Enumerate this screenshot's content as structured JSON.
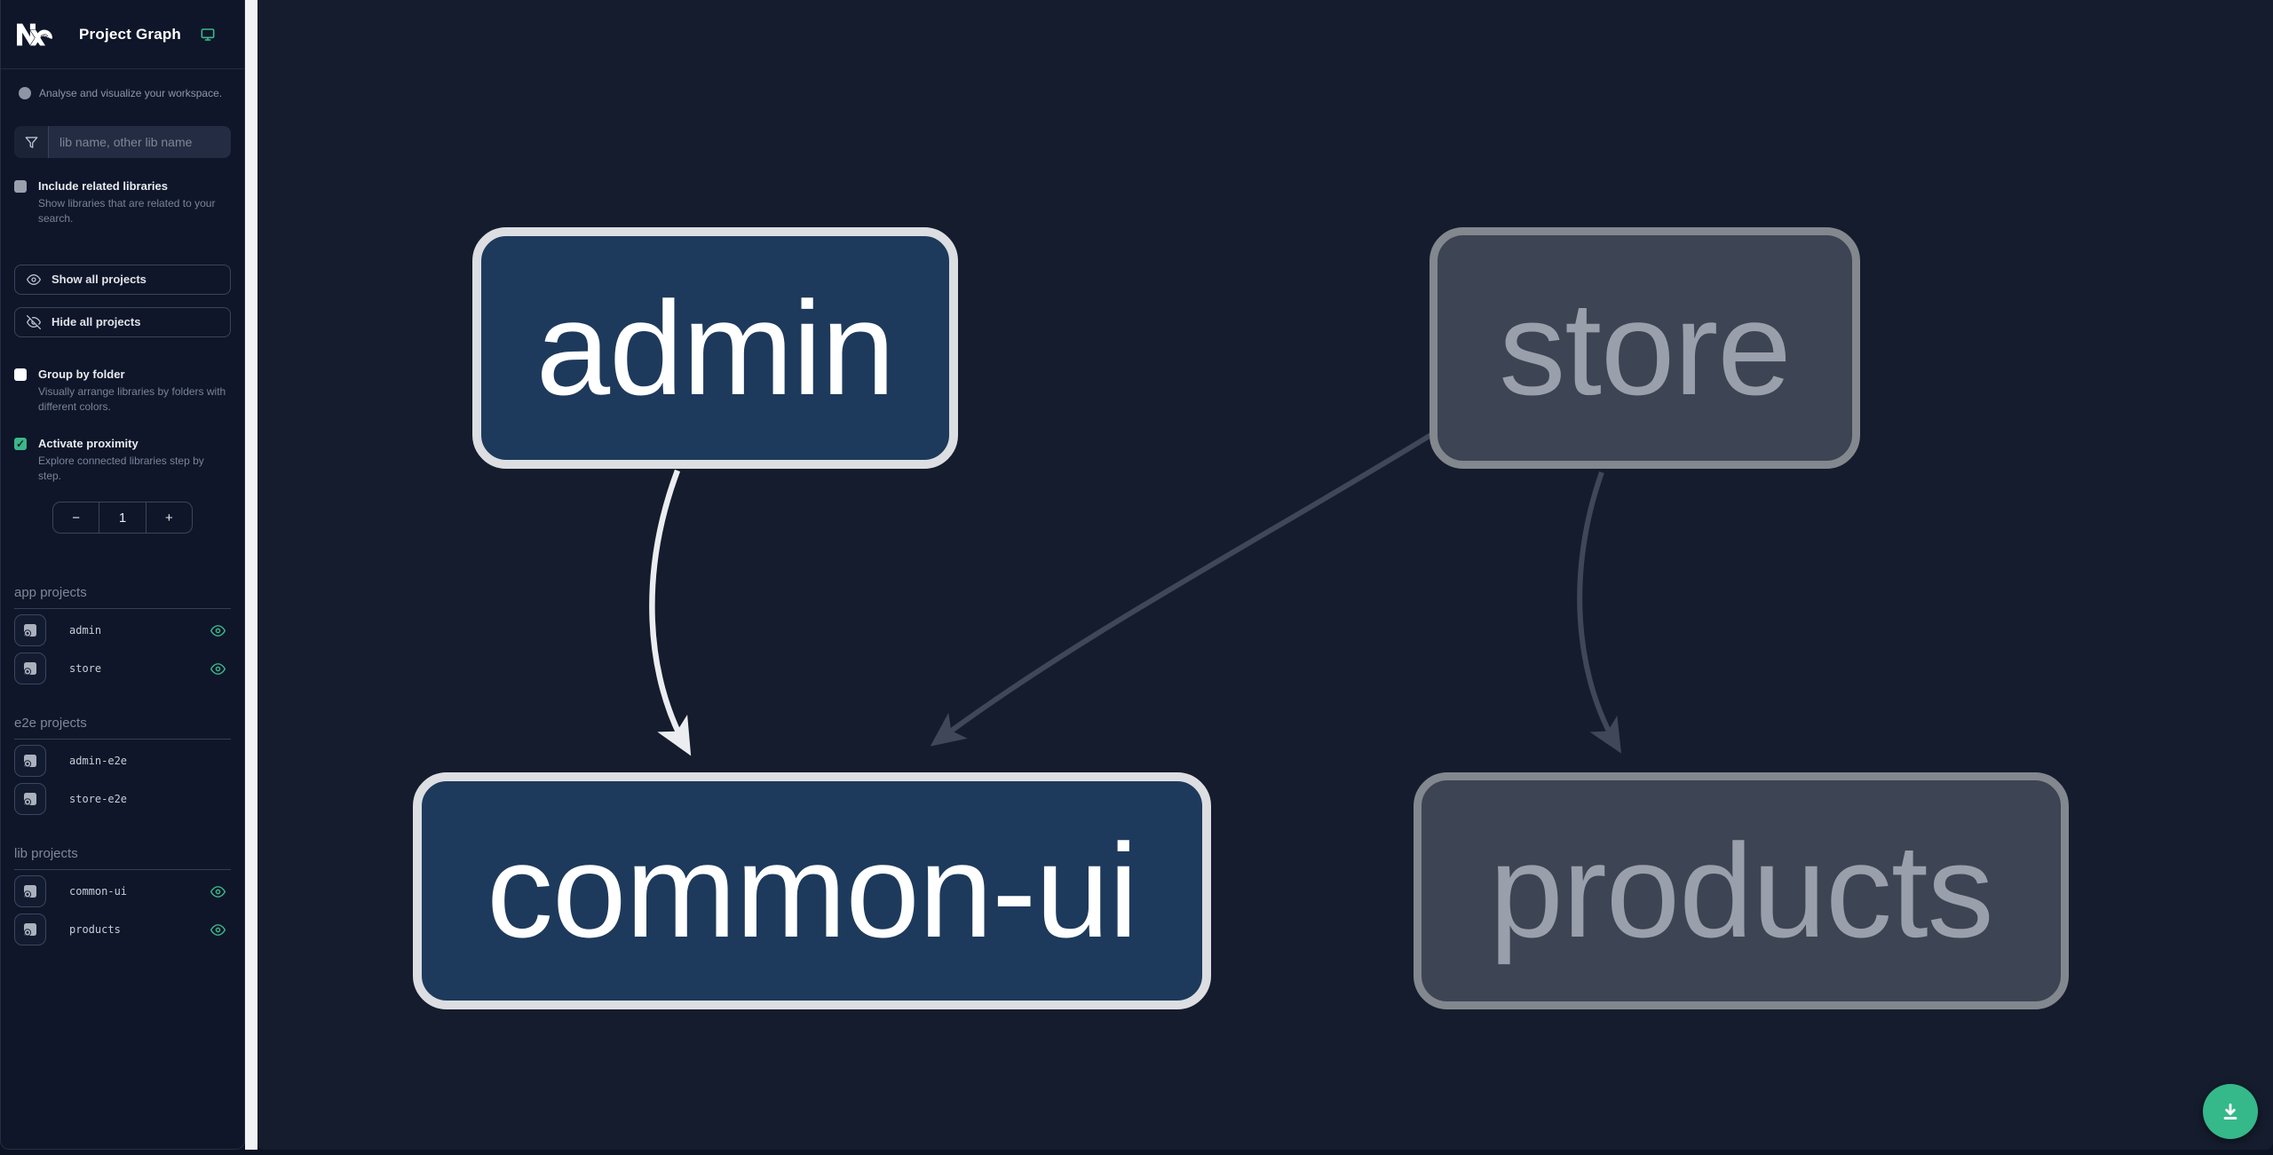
{
  "header": {
    "title": "Project Graph"
  },
  "tagline": "Analyse and visualize your workspace.",
  "search": {
    "placeholder": "lib name, other lib name"
  },
  "filters": {
    "include_related": {
      "label": "Include related libraries",
      "description": "Show libraries that are related to your search.",
      "checked": false
    },
    "group_by_folder": {
      "label": "Group by folder",
      "description": "Visually arrange libraries by folders with different colors.",
      "checked": false
    },
    "activate_proximity": {
      "label": "Activate proximity",
      "description": "Explore connected libraries step by step.",
      "checked": true,
      "checkmark": "✓"
    }
  },
  "actions": {
    "show_all": "Show all projects",
    "hide_all": "Hide all projects"
  },
  "stepper": {
    "decrement": "−",
    "value": "1",
    "increment": "+"
  },
  "sections": [
    {
      "title": "app projects",
      "items": [
        {
          "name": "admin",
          "visible": true
        },
        {
          "name": "store",
          "visible": true
        }
      ]
    },
    {
      "title": "e2e projects",
      "items": [
        {
          "name": "admin-e2e",
          "visible": false
        },
        {
          "name": "store-e2e",
          "visible": false
        }
      ]
    },
    {
      "title": "lib projects",
      "items": [
        {
          "name": "common-ui",
          "visible": true
        },
        {
          "name": "products",
          "visible": true
        }
      ]
    }
  ],
  "graph": {
    "nodes": [
      {
        "id": "admin",
        "label": "admin",
        "state": "focused"
      },
      {
        "id": "store",
        "label": "store",
        "state": "faded"
      },
      {
        "id": "common-ui",
        "label": "common-ui",
        "state": "focused"
      },
      {
        "id": "products",
        "label": "products",
        "state": "faded"
      }
    ],
    "edges": [
      {
        "from": "admin",
        "to": "common-ui",
        "state": "highlighted"
      },
      {
        "from": "store",
        "to": "common-ui",
        "state": "faded"
      },
      {
        "from": "store",
        "to": "products",
        "state": "faded"
      }
    ]
  },
  "colors": {
    "accent_green": "#35b88a",
    "sidebar_bg": "#0f1629",
    "canvas_bg": "#151c2d",
    "node_focused_fill": "#1d3a5c",
    "node_focused_border": "#dcdee2",
    "node_faded_fill": "#3d4453",
    "node_faded_border": "#83888f",
    "edge_highlighted": "#ebedf0",
    "edge_faded": "#3f4758"
  }
}
